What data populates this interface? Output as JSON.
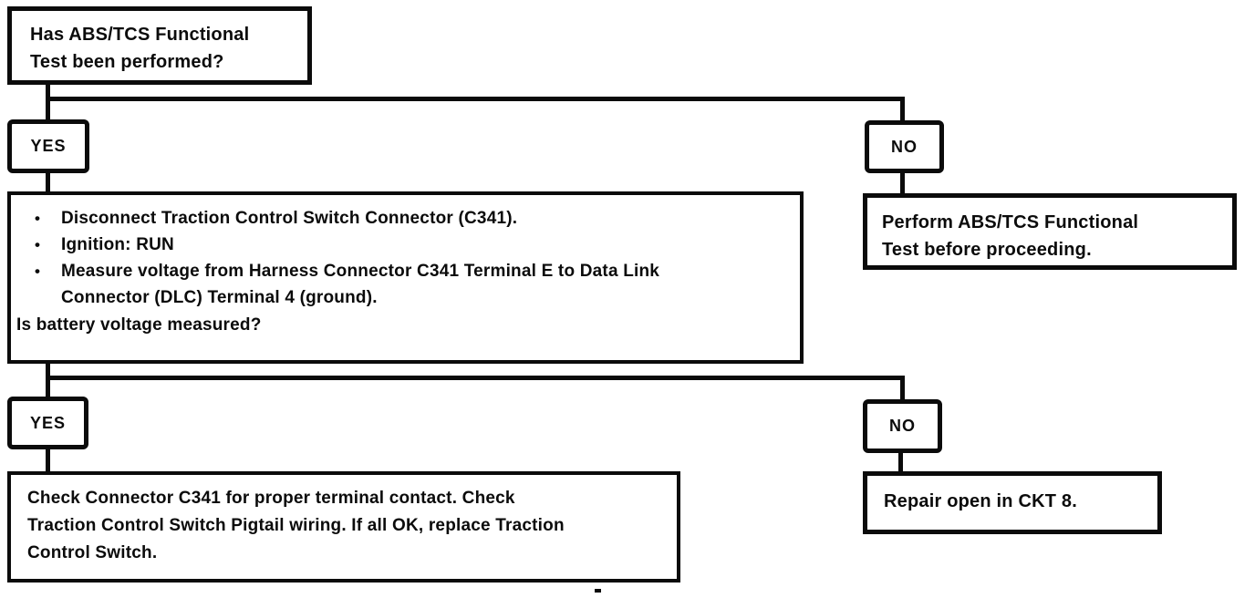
{
  "palette": {
    "ink": "#0b0b0b",
    "paper": "#ffffff"
  },
  "flowchart": {
    "bullet_glyph": "•",
    "start": {
      "question": "Has ABS/TCS Functional\nTest been performed?"
    },
    "branch1": {
      "yes_label": "YES",
      "no_label": "NO"
    },
    "step_yes1": {
      "bullets": [
        "Disconnect Traction Control Switch Connector (C341).",
        "Ignition:  RUN",
        "Measure voltage from Harness Connector C341 Terminal E to Data Link\nConnector (DLC) Terminal 4 (ground)."
      ],
      "question": "Is battery voltage measured?"
    },
    "step_no1": {
      "text": "Perform ABS/TCS Functional\nTest before proceeding."
    },
    "branch2": {
      "yes_label": "YES",
      "no_label": "NO"
    },
    "step_yes2": {
      "text": "Check Connector C341 for proper terminal contact. Check\nTraction Control Switch Pigtail wiring. If all OK, replace Traction\nControl Switch."
    },
    "step_no2": {
      "text": "Repair open in CKT 8."
    }
  }
}
